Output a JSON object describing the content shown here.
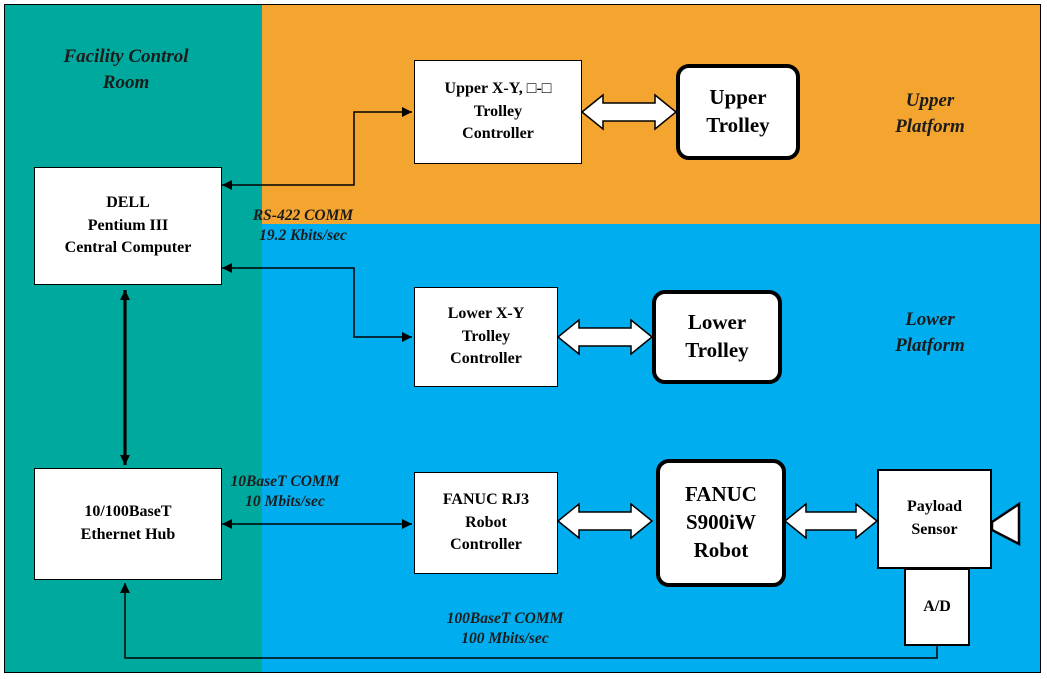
{
  "zones": {
    "facility": {
      "label": "Facility Control\nRoom",
      "color": "#00a99d"
    },
    "upper": {
      "label": "Upper\nPlatform",
      "color": "#f4a52f"
    },
    "lower": {
      "label": "Lower\nPlatform",
      "color": "#00aeef"
    }
  },
  "boxes": {
    "central_computer": "DELL\nPentium III\nCentral Computer",
    "ethernet_hub": "10/100BaseT\nEthernet Hub",
    "upper_controller": "Upper X-Y, □-□\nTrolley\nController",
    "upper_trolley": "Upper\nTrolley",
    "lower_controller": "Lower X-Y\nTrolley\nController",
    "lower_trolley": "Lower\nTrolley",
    "robot_controller": "FANUC RJ3\nRobot\nController",
    "robot": "FANUC\nS900iW\nRobot",
    "payload_sensor": "Payload\nSensor",
    "ad": "A/D"
  },
  "links": {
    "rs422": "RS-422 COMM\n19.2 Kbits/sec",
    "base10": "10BaseT COMM\n10 Mbits/sec",
    "base100": "100BaseT COMM\n100 Mbits/sec"
  }
}
